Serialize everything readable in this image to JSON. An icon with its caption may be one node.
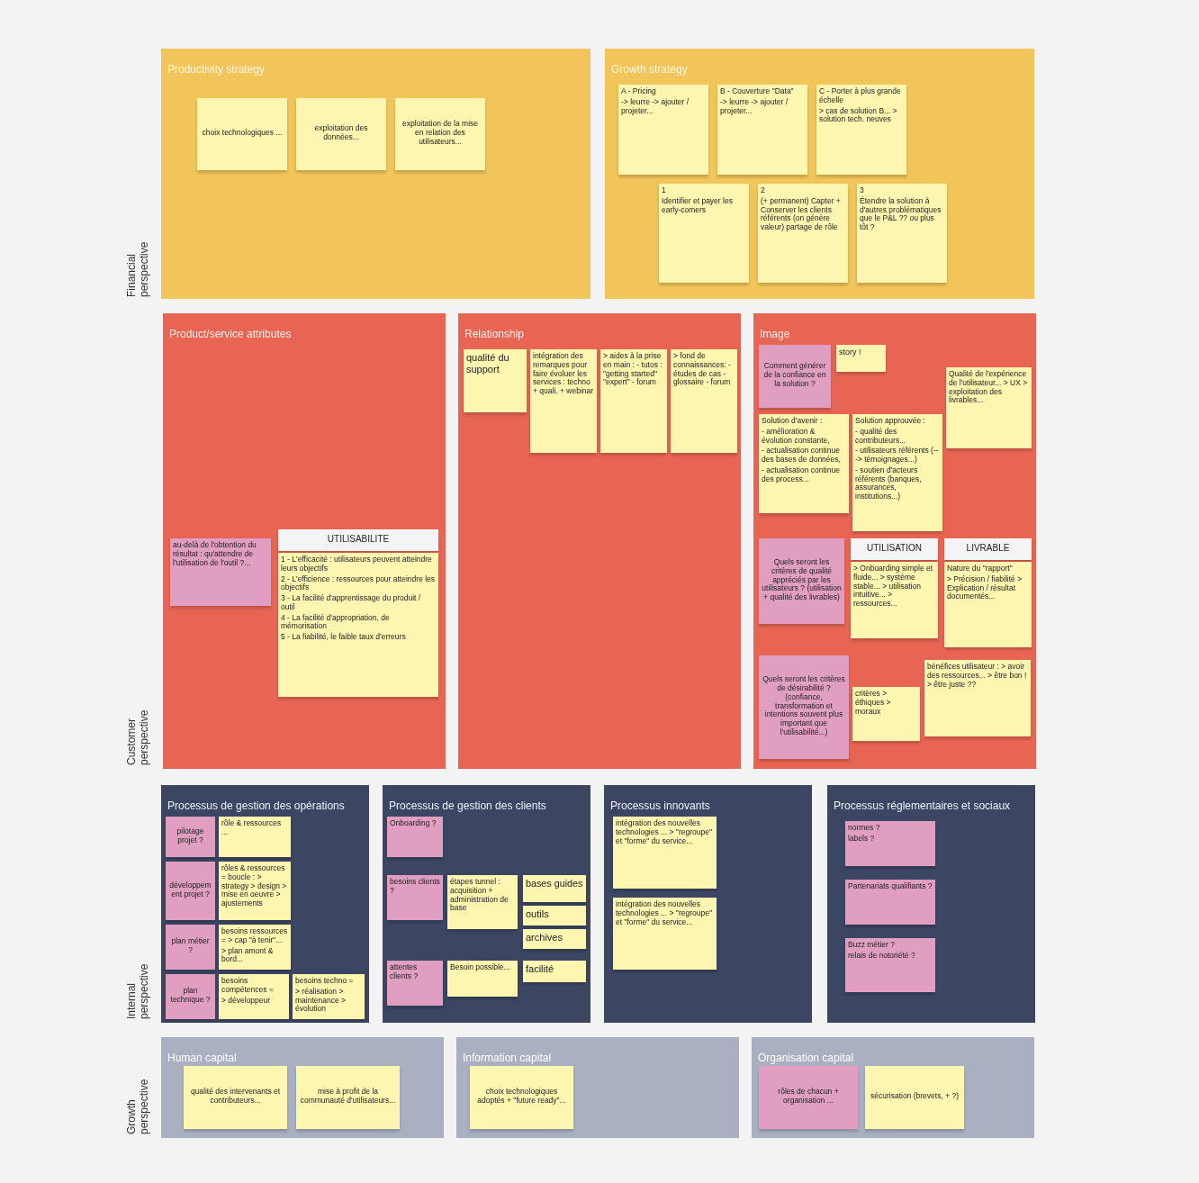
{
  "diagram": {
    "nodes": [
      {
        "text": [
          "Productivity strategy"
        ]
      },
      {
        "text": [
          "choix technologiques ..."
        ],
        "in": 0
      },
      {
        "text": [
          "exploitation des données..."
        ],
        "in": 0
      },
      {
        "text": [
          "exploitation de la mise en relation des utilisateurs..."
        ],
        "in": 0
      },
      {
        "text": [
          "Growth strategy"
        ]
      },
      {
        "text": [
          "A - Pricing",
          "-> leurre -> ajouter / projeter..."
        ],
        "in": 4
      },
      {
        "text": [
          "B - Couverture \"Data\"",
          "-> leurre -> ajouter / projeter..."
        ],
        "in": 4
      },
      {
        "text": [
          "C - Porter à plus grande échelle",
          "> cas de solution B... > solution tech. neuves"
        ],
        "in": 4
      },
      {
        "text": [
          "1",
          "Identifier et payer les early-comers"
        ],
        "in": 4
      },
      {
        "text": [
          "2",
          "(+ permanent) Capter + Conserver les clients référents (on génère valeur) partage de rôle"
        ],
        "in": 4
      },
      {
        "text": [
          "3",
          "Étendre la solution à d'autres problématiques que le P&L ?? ou plus tôt ?"
        ],
        "in": 4
      },
      {
        "text": [
          "Product/service attributes"
        ]
      },
      {
        "text": [
          "au-delà de l'obtention du résultat : qu'attendre de l'utilisation de l'outil ?..."
        ],
        "in": 11
      },
      {
        "text": [
          "UTILISABILITE"
        ],
        "in": 11
      },
      {
        "text": [
          "1 - L'efficacité : utilisateurs peuvent atteindre leurs objectifs",
          "2 - L'efficience : ressources pour atteindre les objectifs",
          "3 - La facilité d'apprentissage du produit / outil",
          "4 - La facilité d'appropriation, de mémorisation",
          "5 - La fiabilité, le faible taux d'erreurs"
        ],
        "in": 11
      },
      {
        "text": [
          "Relationship"
        ]
      },
      {
        "text": [
          "qualité du support"
        ],
        "in": 15
      },
      {
        "text": [
          "intégration des remarques pour faire évoluer les services : techno + quali. + webinar"
        ],
        "in": 15
      },
      {
        "text": [
          "> aides à la prise en main : - tutos : \"getting started\" \"expert\" - forum"
        ],
        "in": 15
      },
      {
        "text": [
          "> fond de connaissances: - études de cas - glossaire - forum"
        ],
        "in": 15
      },
      {
        "text": [
          "Image"
        ]
      },
      {
        "text": [
          "Comment générer de la confiance en la solution ?"
        ],
        "in": 20
      },
      {
        "text": [
          "story !"
        ],
        "in": 20
      },
      {
        "text": [
          "Solution d'avenir :",
          "- amélioration & évolution constante,",
          "- actualisation continue des bases de données,",
          "- actualisation continue des process..."
        ],
        "in": 20
      },
      {
        "text": [
          "Solution approuvée :",
          "- qualité des contributeurs...",
          "- utilisateurs référents (---> témoignages...)",
          "- soutien d'acteurs référents (banques, assurances, institutions...)"
        ],
        "in": 20
      },
      {
        "text": [
          "Qualité de l'expérience de l'utilisateur... > UX > exploitation des livrables..."
        ],
        "in": 20
      },
      {
        "text": [
          "Quels seront les critères de qualité appréciés par les utilisateurs ? (utilisation + qualité des livrables)"
        ],
        "in": 20
      },
      {
        "text": [
          "UTILISATION"
        ],
        "in": 20
      },
      {
        "text": [
          "> Onboarding simple et fluide... > système stable... > utilisation intuitive... > ressources..."
        ],
        "in": 20
      },
      {
        "text": [
          "LIVRABLE"
        ],
        "in": 20
      },
      {
        "text": [
          "Nature du \"rapport\"",
          "> Précision / fiabilité > Explication / résultat documentés..."
        ],
        "in": 20
      },
      {
        "text": [
          "Quels seront les critères de désirabilité ? (confiance, transformation et intentions souvent plus important que l'utilisabilité...)"
        ],
        "in": 20
      },
      {
        "text": [
          "critères > éthiques > moraux"
        ],
        "in": 20
      },
      {
        "text": [
          "bénéfices utilisateur : > avoir des ressources... > être bon ! > être juste ??"
        ],
        "in": 20
      },
      {
        "text": [
          "Processus de gestion des opérations"
        ]
      },
      {
        "text": [
          "pilotage projet ?"
        ],
        "in": 34
      },
      {
        "text": [
          "rôle & ressources ..."
        ],
        "in": 34
      },
      {
        "text": [
          "développement projet ?"
        ],
        "in": 34
      },
      {
        "text": [
          "rôles & ressources = boucle : > strategy > design > mise en oeuvre > ajustements"
        ],
        "in": 34
      },
      {
        "text": [
          "plan métier ?"
        ],
        "in": 34
      },
      {
        "text": [
          "besoins ressources = > cap \"à tenir\"...",
          "> plan amont & bord..."
        ],
        "in": 34
      },
      {
        "text": [
          "plan technique ?"
        ],
        "in": 34
      },
      {
        "text": [
          "besoins compétences =",
          "> développeur"
        ],
        "in": 34
      },
      {
        "text": [
          "besoins techno =",
          "> réalisation > maintenance > évolution"
        ],
        "in": 34
      },
      {
        "text": [
          "Processus de gestion des clients"
        ]
      },
      {
        "text": [
          "Onboarding ?"
        ],
        "in": 44
      },
      {
        "text": [
          "besoins clients ?"
        ],
        "in": 44
      },
      {
        "text": [
          "étapes tunnel : acquisition + administration de base"
        ],
        "in": 44
      },
      {
        "text": [
          "bases guides"
        ],
        "in": 44
      },
      {
        "text": [
          "outils"
        ],
        "in": 44
      },
      {
        "text": [
          "archives"
        ],
        "in": 44
      },
      {
        "text": [
          "attentes clients ?"
        ],
        "in": 44
      },
      {
        "text": [
          "Besoin possible..."
        ],
        "in": 44
      },
      {
        "text": [
          "facilité"
        ],
        "in": 44
      },
      {
        "text": [
          "Processus innovants"
        ]
      },
      {
        "text": [
          "intégration des nouvelles technologies ... > \"regroupe\" et \"forme\" du service..."
        ],
        "in": 54
      },
      {
        "text": [
          "intégration des nouvelles technologies ... > \"regroupe\" et \"forme\" du service..."
        ],
        "in": 54
      },
      {
        "text": [
          "Processus réglementaires et sociaux"
        ]
      },
      {
        "text": [
          "normes ?",
          "labels ?"
        ],
        "in": 57
      },
      {
        "text": [
          "Partenariats qualifiants ?"
        ],
        "in": 57
      },
      {
        "text": [
          "Buzz métier ?",
          "relais de notoriété ?"
        ],
        "in": 57
      },
      {
        "text": [
          "Human capital"
        ]
      },
      {
        "text": [
          "qualité des intervenants et contributeurs..."
        ],
        "in": 61
      },
      {
        "text": [
          "mise à profit de la communauté d'utilisateurs..."
        ],
        "in": 61
      },
      {
        "text": [
          "Information capital"
        ]
      },
      {
        "text": [
          "choix technologiques adoptés + \"future ready\"..."
        ],
        "in": 64
      },
      {
        "text": [
          "Organisation capital"
        ]
      },
      {
        "text": [
          "rôles de chacun + organisation ..."
        ],
        "in": 66
      },
      {
        "text": [
          "sécurisation (brevets, + ?)"
        ],
        "in": 66
      }
    ],
    "labels": [
      "Financial perspective",
      "Customer perspective",
      "Internal perspective",
      "Growth perspective"
    ]
  }
}
